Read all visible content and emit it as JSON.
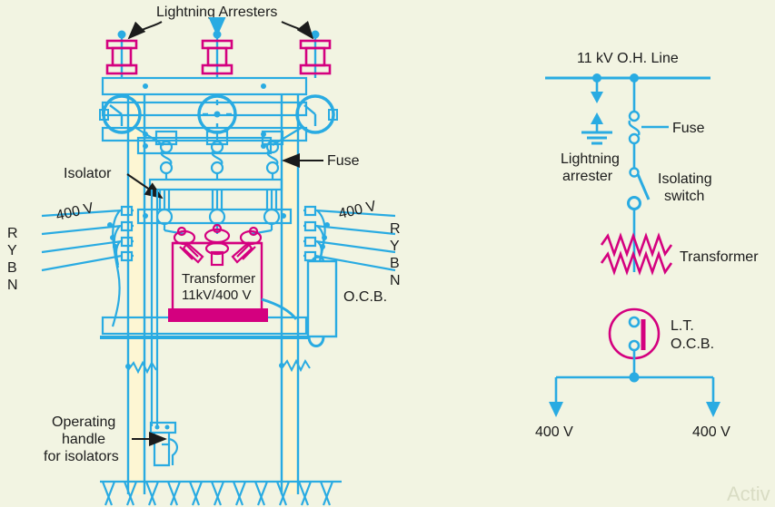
{
  "figure": {
    "background_color": "#f2f4e2",
    "line_color": "#29abe2",
    "accent_color": "#d4007f",
    "text_color": "#1b1b1b",
    "pole_fill": "#fdf6d3",
    "watermark": "Activ"
  },
  "pole_diagram": {
    "labels": {
      "lightning_arresters": "Lightning Arresters",
      "isolator": "Isolator",
      "fuse": "Fuse",
      "transformer_line1": "Transformer",
      "transformer_line2": "11kV/400 V",
      "ocb": "O.C.B.",
      "operating_handle_line1": "Operating",
      "operating_handle_line2": "handle",
      "operating_handle_line3": "for isolators",
      "voltage_left": "400 V",
      "voltage_right": "400 V"
    },
    "phase_labels_left": [
      "R",
      "Y",
      "B",
      "N"
    ],
    "phase_labels_right": [
      "R",
      "Y",
      "B",
      "N"
    ]
  },
  "schematic": {
    "labels": {
      "supply_line": "11 kV O.H. Line",
      "fuse": "Fuse",
      "lightning_arrester_line1": "Lightning",
      "lightning_arrester_line2": "arrester",
      "isolating_switch_line1": "Isolating",
      "isolating_switch_line2": "switch",
      "transformer": "Transformer",
      "ocb_line1": "L.T.",
      "ocb_line2": "O.C.B.",
      "output_left": "400 V",
      "output_right": "400 V"
    }
  }
}
